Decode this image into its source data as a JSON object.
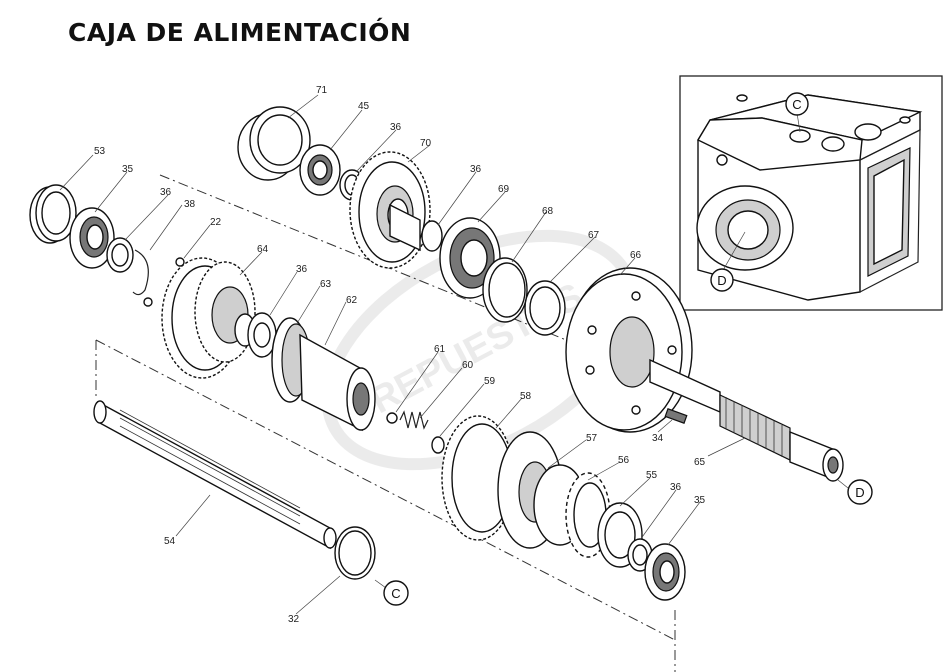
{
  "title": "CAJA DE ALIMENTACIÓN",
  "labels": {
    "p71": "71",
    "p45": "45",
    "p36a": "36",
    "p70": "70",
    "p53": "53",
    "p35a": "35",
    "p36b": "36",
    "p38": "38",
    "p22": "22",
    "p64": "64",
    "p36c": "36",
    "p63": "63",
    "p62": "62",
    "p36d": "36",
    "p69": "69",
    "p68": "68",
    "p67": "67",
    "p66": "66",
    "p61": "61",
    "p60": "60",
    "p59": "59",
    "p58": "58",
    "p57": "57",
    "p56": "56",
    "p55": "55",
    "p36e": "36",
    "p35b": "35",
    "p34": "34",
    "p65": "65",
    "p54": "54",
    "p32": "32"
  },
  "refs": {
    "c": "C",
    "d": "D"
  },
  "watermark": "REPUESTOS"
}
